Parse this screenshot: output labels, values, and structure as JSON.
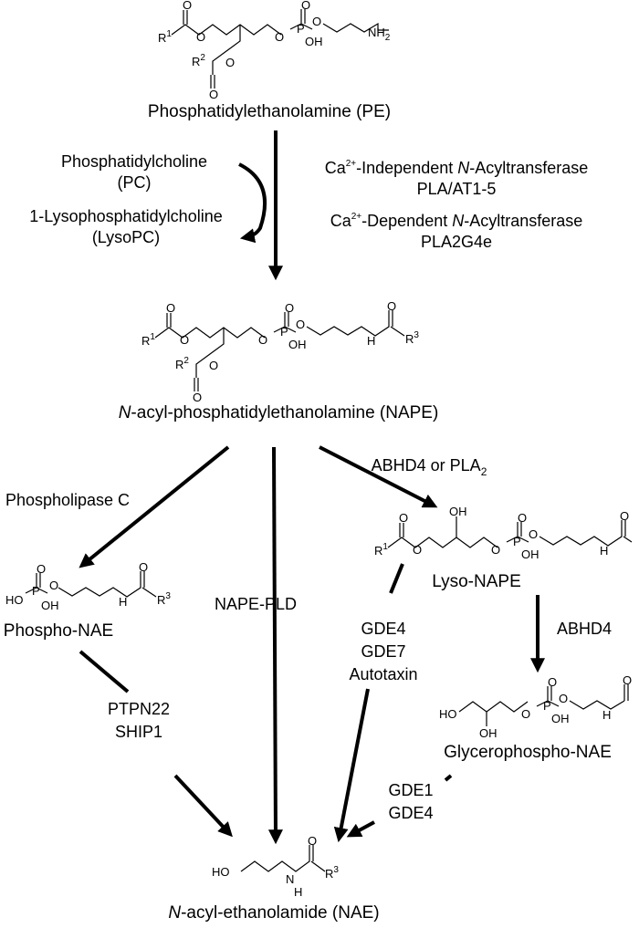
{
  "compounds": {
    "pe": {
      "name": "Phosphatidylethanolamine (PE)"
    },
    "nape": {
      "name_italic": "N",
      "name_rest": "-acyl-phosphatidylethanolamine (NAPE)"
    },
    "phospho_nae": {
      "name": "Phospho-NAE"
    },
    "lyso_nape": {
      "name": "Lyso-NAPE"
    },
    "glycerophospho_nae": {
      "name": "Glycerophospho-NAE"
    },
    "nae": {
      "name_italic": "N",
      "name_rest": "-acyl-ethanolamide (NAE)"
    }
  },
  "cofactors": {
    "pc_line1": "Phosphatidylcholine",
    "pc_line2": "(PC)",
    "lysopc_line1": "1-Lysophosphatidylcholine",
    "lysopc_line2": "(LysoPC)"
  },
  "enzymes": {
    "ca_independent": {
      "ca": "Ca",
      "charge": "2+",
      "pre": "-Independent ",
      "italic": "N",
      "post": "-Acyltransferase"
    },
    "pla_at": "PLA/AT1-5",
    "ca_dependent": {
      "ca": "Ca",
      "charge": "2+",
      "pre": "-Dependent ",
      "italic": "N",
      "post": "-Acyltransferase"
    },
    "pla2g4e": "PLA2G4e",
    "plc": "Phospholipase C",
    "nape_pld": "NAPE-PLD",
    "abhd4_pla2": {
      "text": "ABHD4 or PLA",
      "sub": "2"
    },
    "abhd4": "ABHD4",
    "gde4_a": "GDE4",
    "gde7": "GDE7",
    "autotaxin": "Autotaxin",
    "ptpn22": "PTPN22",
    "ship1": "SHIP1",
    "gde1": "GDE1",
    "gde4_b": "GDE4"
  },
  "atoms": {
    "O": "O",
    "P": "P",
    "OH": "OH",
    "HO": "HO",
    "H": "H",
    "N": "N",
    "R": "R",
    "NH": "NH",
    "NH2_sub": "2",
    "r1": "1",
    "r2": "2",
    "r3": "3"
  }
}
